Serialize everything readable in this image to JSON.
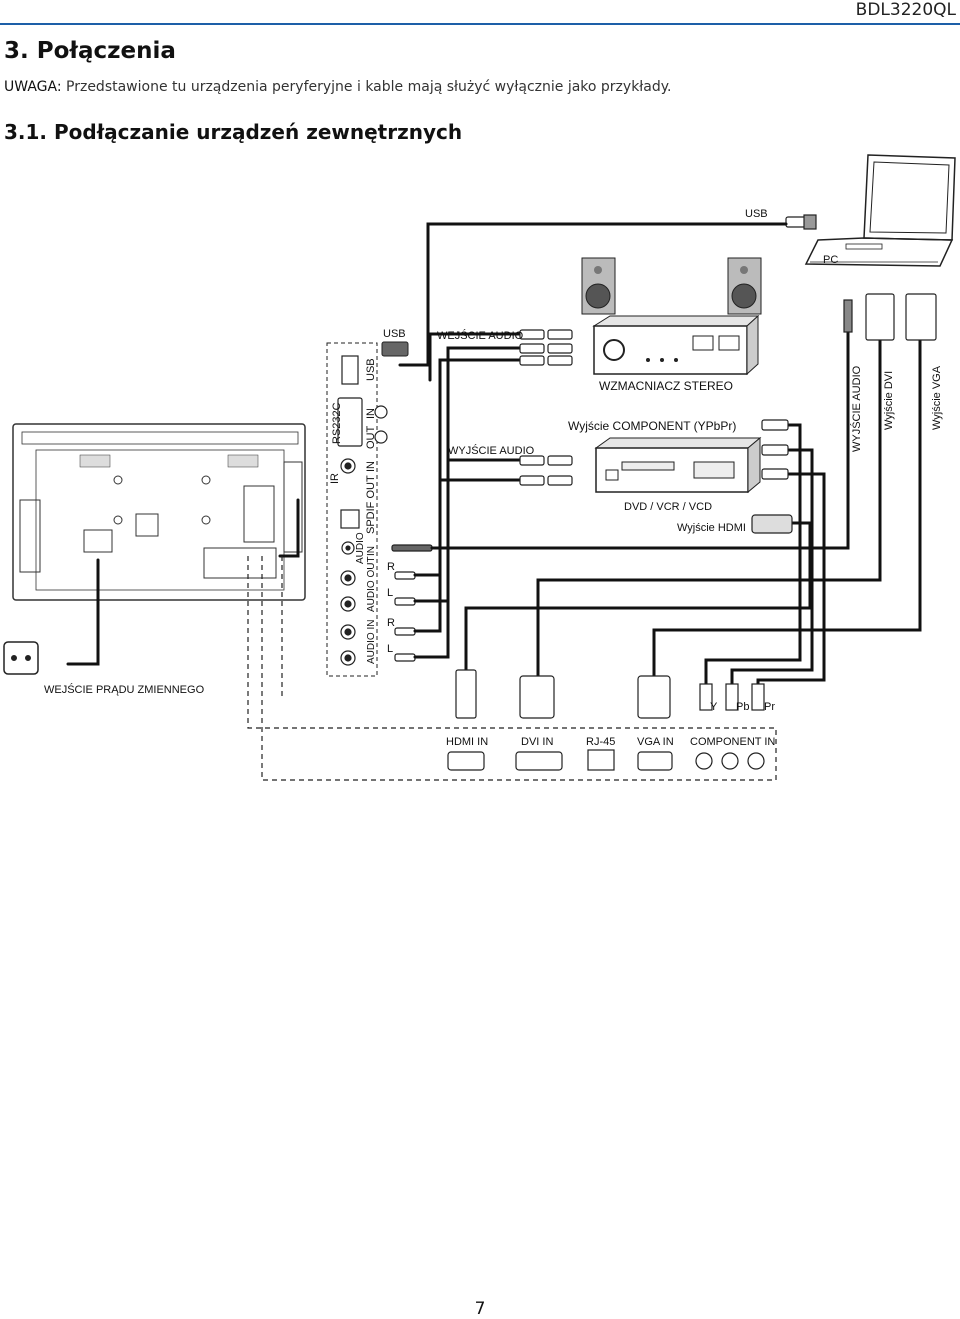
{
  "header": {
    "model": "BDL3220QL"
  },
  "section": {
    "title": "3.   Połączenia"
  },
  "note": {
    "label": "UWAGA:",
    "text": " Przedstawione tu urządzenia peryferyjne i kable mają służyć wyłącznie jako przykłady."
  },
  "subsection": {
    "title": "3.1.   Podłączanie urządzeń zewnętrznych"
  },
  "diagram": {
    "pc_label": "PC",
    "usb_pc_label": "USB",
    "usb_cable_label": "USB",
    "audio_in_amp": "WEJŚCIE AUDIO",
    "audio_out_amp": "WYJŚCIE AUDIO",
    "amp_label": "WZMACNIACZ STEREO",
    "component_out": "Wyjście COMPONENT (YPbPr)",
    "dvd_label": "DVD / VCR / VCD",
    "hdmi_out": "Wyjście HDMI",
    "pc_audio_out": "WYJŚCIE AUDIO",
    "pc_dvi_out": "Wyjście DVI",
    "pc_vga_out": "Wyjście VGA",
    "ac_in": "WEJŚCIE PRĄDU ZMIENNEGO",
    "panel": {
      "ir": "IR",
      "rs232c": "RS232C",
      "usb": "USB",
      "out": "OUT",
      "in_top": "IN",
      "spdif_out": "SPDIF OUT",
      "in_mid": "IN",
      "audio": "AUDIO",
      "in_audio": "IN",
      "audio_out": "AUDIO OUT",
      "audio_in": "AUDIO IN"
    },
    "rca": {
      "r1": "R",
      "l1": "L",
      "r2": "R",
      "l2": "L"
    },
    "comp": {
      "y": "Y",
      "pb": "Pb",
      "pr": "Pr"
    },
    "ports": {
      "hdmi_in": "HDMI IN",
      "dvi_in": "DVI IN",
      "rj45": "RJ-45",
      "vga_in": "VGA IN",
      "component_in": "COMPONENT IN"
    }
  },
  "page": {
    "number": "7"
  }
}
